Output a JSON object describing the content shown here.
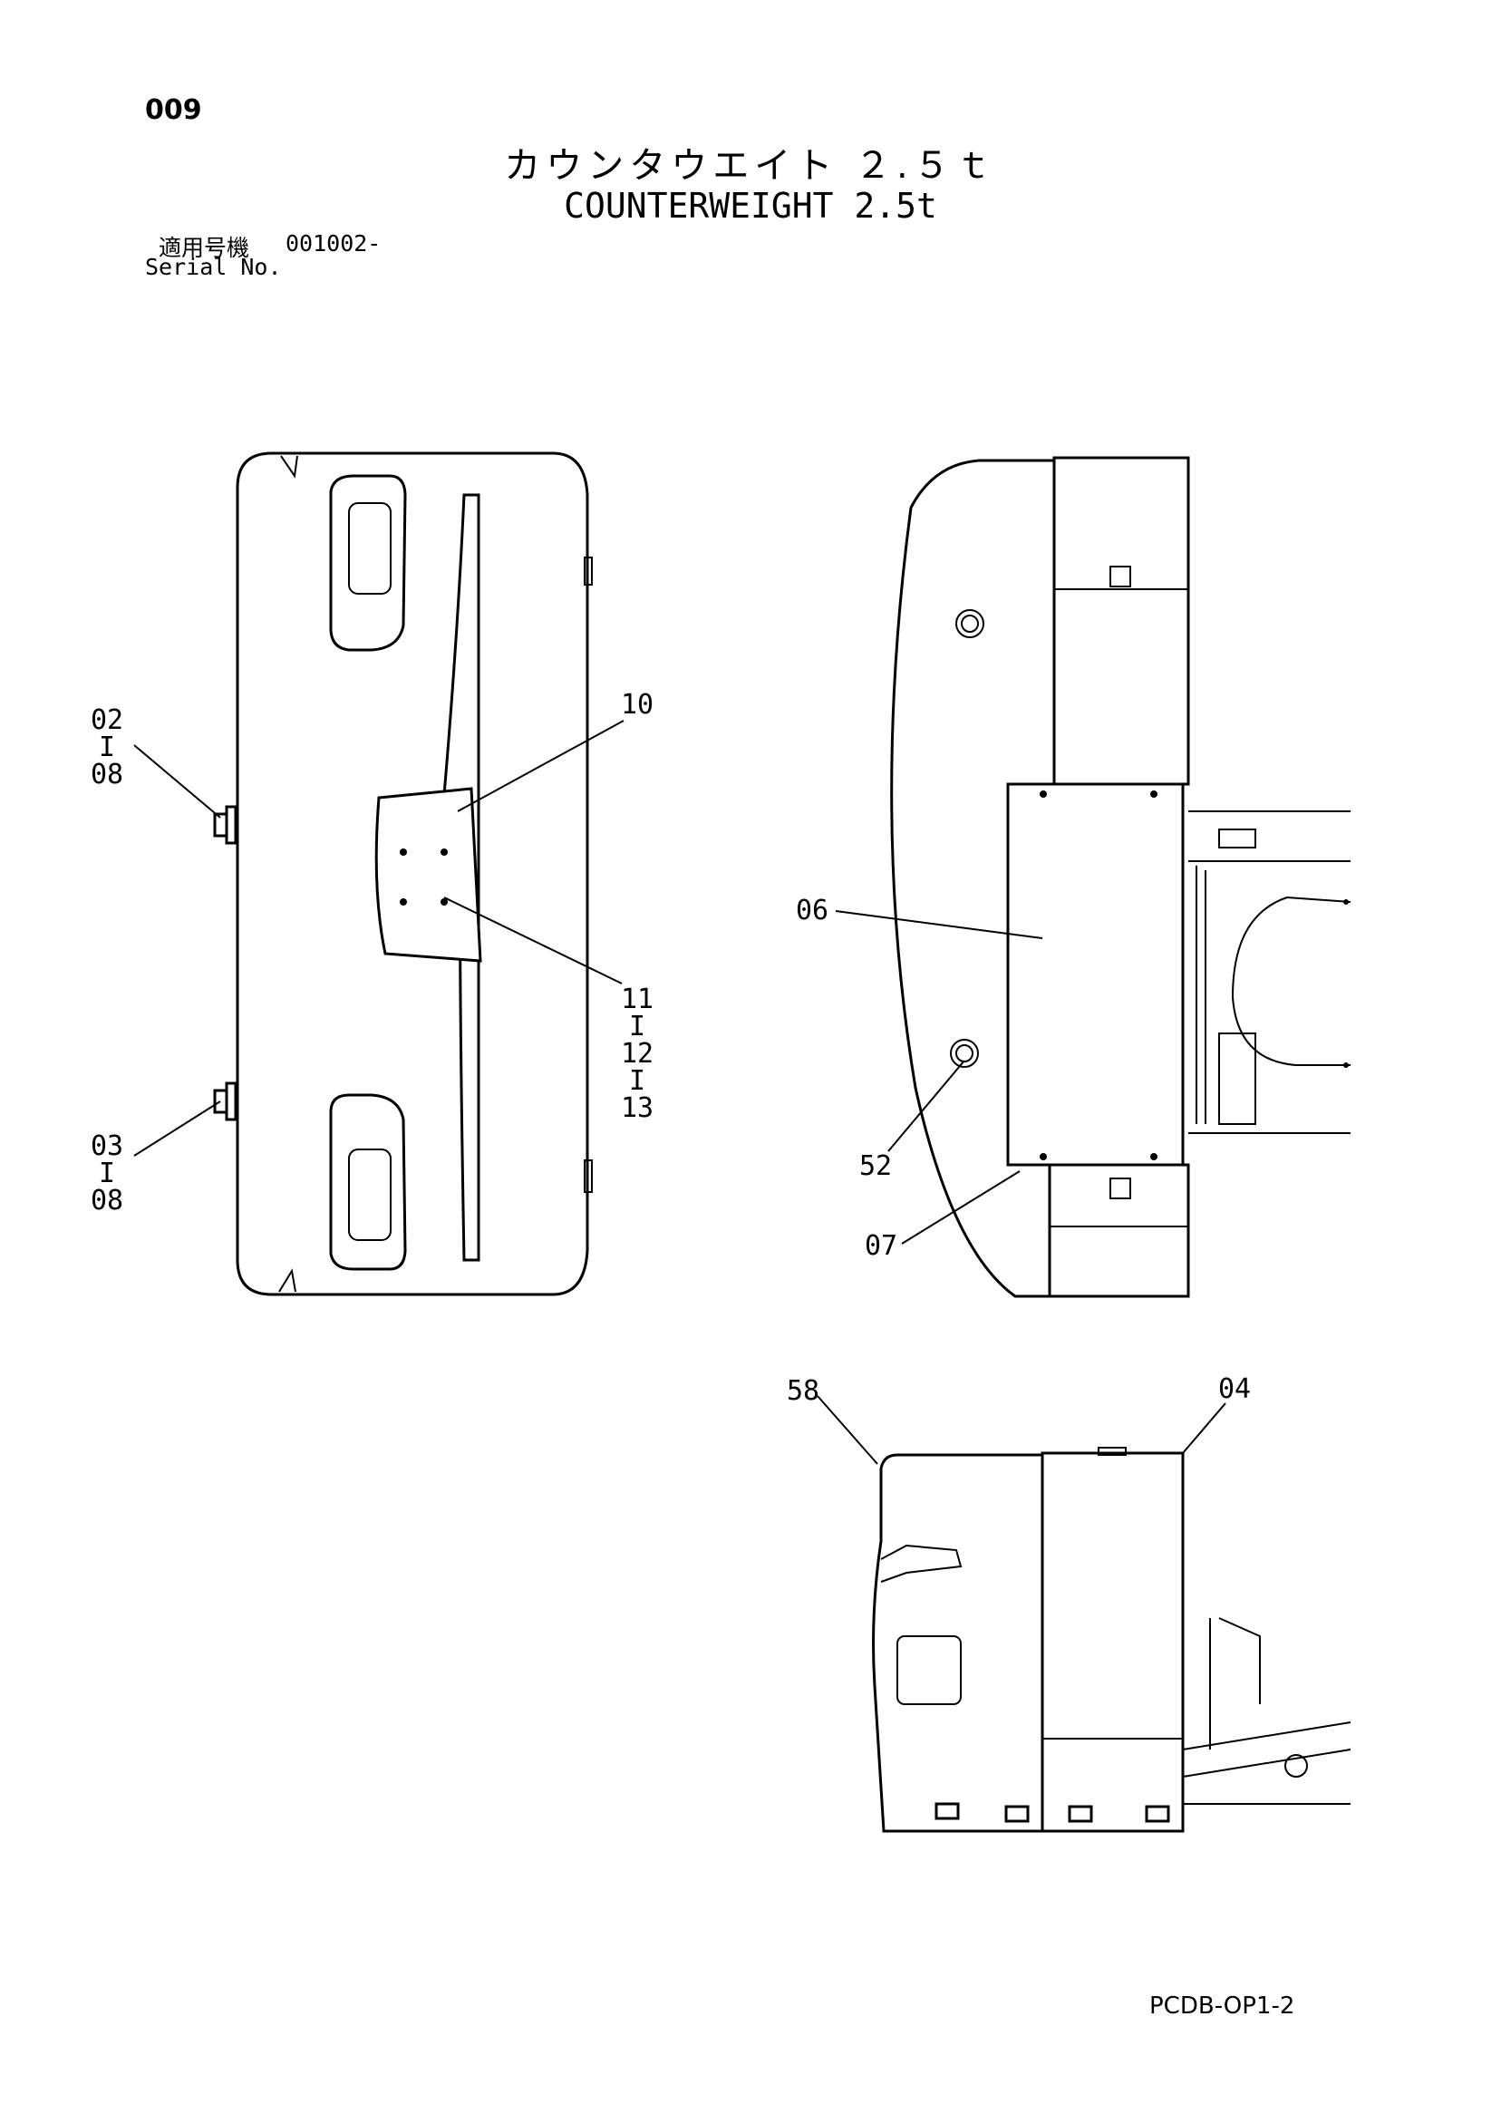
{
  "page_number": "009",
  "title_jp": "カウンタウエイト ２.５ｔ",
  "title_en": "COUNTERWEIGHT 2.5t",
  "serial": {
    "label_jp": "適用号機",
    "label_en": "Serial No.",
    "value": "001002-"
  },
  "callouts": {
    "c1": [
      "02",
      "I",
      "08"
    ],
    "c2": [
      "03",
      "I",
      "08"
    ],
    "c3": [
      "10"
    ],
    "c4": [
      "11",
      "I",
      "12",
      "I",
      "13"
    ],
    "c5": [
      "06"
    ],
    "c6": [
      "52"
    ],
    "c7": [
      "07"
    ],
    "c8": [
      "58"
    ],
    "c9": [
      "04"
    ]
  },
  "doc_code": "PCDB-OP1-2"
}
